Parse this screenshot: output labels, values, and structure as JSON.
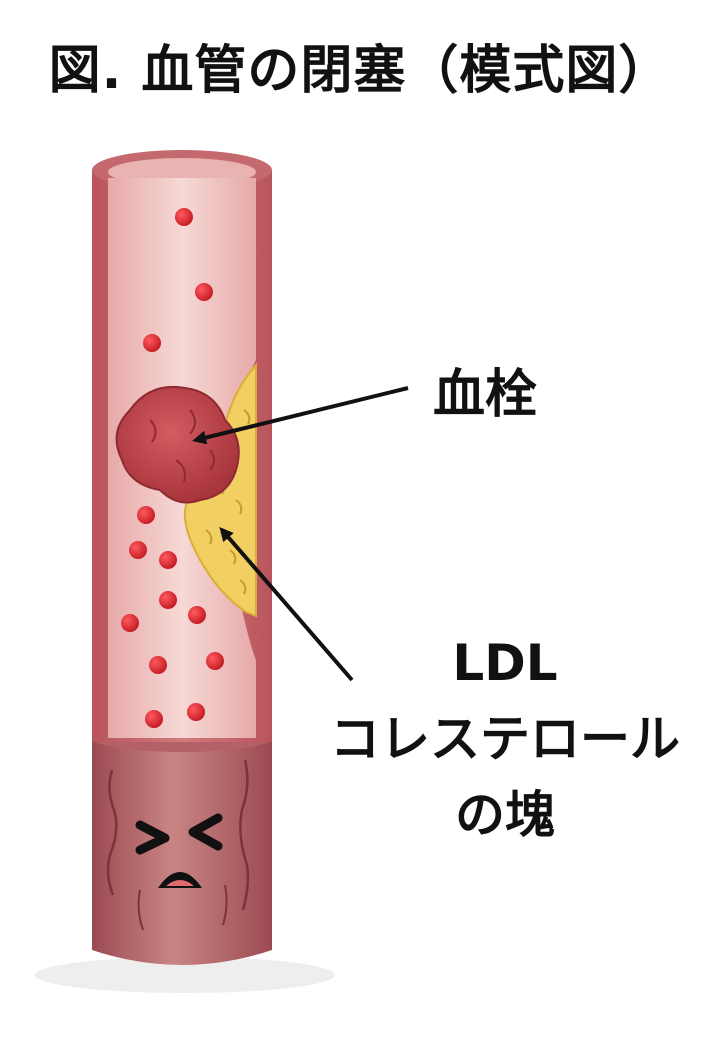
{
  "title": "図. 血管の閉塞（模式図）",
  "labels": {
    "clot": "血栓",
    "ldl_line1": "LDL",
    "ldl_line2": "コレステロール",
    "ldl_line3": "の塊"
  },
  "colors": {
    "vessel_wall": "#c2646a",
    "vessel_lumen": "#f0c9c6",
    "vessel_outer": "#a24b52",
    "clot": "#c0444b",
    "plaque": "#f2cf63",
    "blood_cell": "#d61f26",
    "arrow": "#111111"
  },
  "icons": {
    "face": "distressed-face-icon"
  }
}
